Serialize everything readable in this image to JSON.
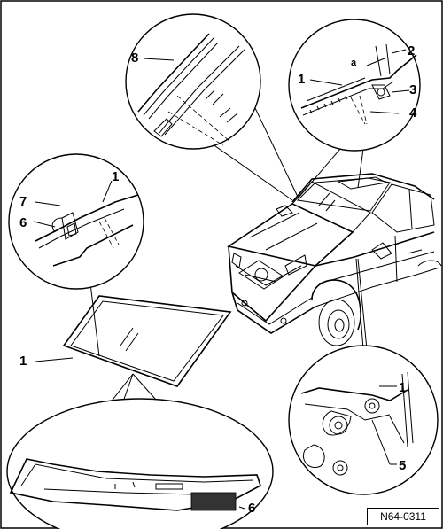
{
  "figure_ref": "N64-0311",
  "callouts": {
    "top_left_8": "8",
    "top_right_2": "2",
    "top_right_a": "a",
    "top_right_1": "1",
    "top_right_3": "3",
    "top_right_4": "4",
    "mid_left_1": "1",
    "mid_left_7": "7",
    "mid_left_6": "6",
    "windshield_1": "1",
    "bottom_right_1": "1",
    "bottom_right_5": "5",
    "cowl_6": "6"
  }
}
